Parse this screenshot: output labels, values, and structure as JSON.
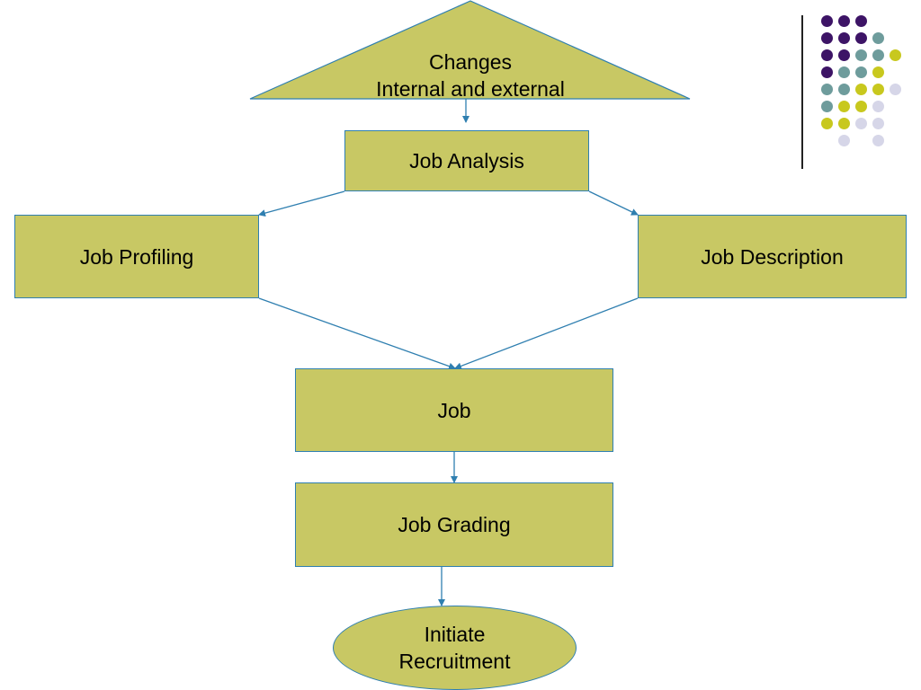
{
  "diagram": {
    "type": "flowchart",
    "nodes": {
      "changes": {
        "line1": "Changes",
        "line2": "Internal and external",
        "shape": "triangle"
      },
      "job_analysis": {
        "label": "Job Analysis",
        "shape": "rectangle"
      },
      "job_profiling": {
        "label": "Job Profiling",
        "shape": "rectangle"
      },
      "job_description": {
        "label": "Job Description",
        "shape": "rectangle"
      },
      "job": {
        "label": "Job",
        "shape": "rectangle"
      },
      "job_grading": {
        "label": "Job Grading",
        "shape": "rectangle"
      },
      "initiate_recruitment": {
        "line1": "Initiate",
        "line2": "Recruitment",
        "shape": "ellipse"
      }
    },
    "edges": [
      {
        "from": "changes",
        "to": "job_analysis"
      },
      {
        "from": "job_analysis",
        "to": "job_profiling"
      },
      {
        "from": "job_analysis",
        "to": "job_description"
      },
      {
        "from": "job_profiling",
        "to": "job"
      },
      {
        "from": "job_description",
        "to": "job"
      },
      {
        "from": "job",
        "to": "job_grading"
      },
      {
        "from": "job_grading",
        "to": "initiate_recruitment"
      }
    ]
  },
  "colors": {
    "node_fill": "#c8c864",
    "node_border": "#2f7fb0",
    "arrow": "#2f7fb0",
    "dot_purple": "#3d1466",
    "dot_teal": "#6e9c9c",
    "dot_yellow": "#c8c81e",
    "dot_lavender": "#d6d6e8"
  },
  "decoration": {
    "dot_grid": [
      [
        "purple",
        "purple",
        "purple",
        "none"
      ],
      [
        "purple",
        "purple",
        "purple",
        "teal"
      ],
      [
        "purple",
        "purple",
        "teal",
        "teal",
        "yellow"
      ],
      [
        "purple",
        "teal",
        "teal",
        "yellow"
      ],
      [
        "teal",
        "teal",
        "yellow",
        "yellow",
        "lavender"
      ],
      [
        "teal",
        "yellow",
        "yellow",
        "lavender"
      ],
      [
        "yellow",
        "yellow",
        "lavender",
        "lavender"
      ],
      [
        "none",
        "lavender",
        "none",
        "lavender"
      ]
    ]
  }
}
